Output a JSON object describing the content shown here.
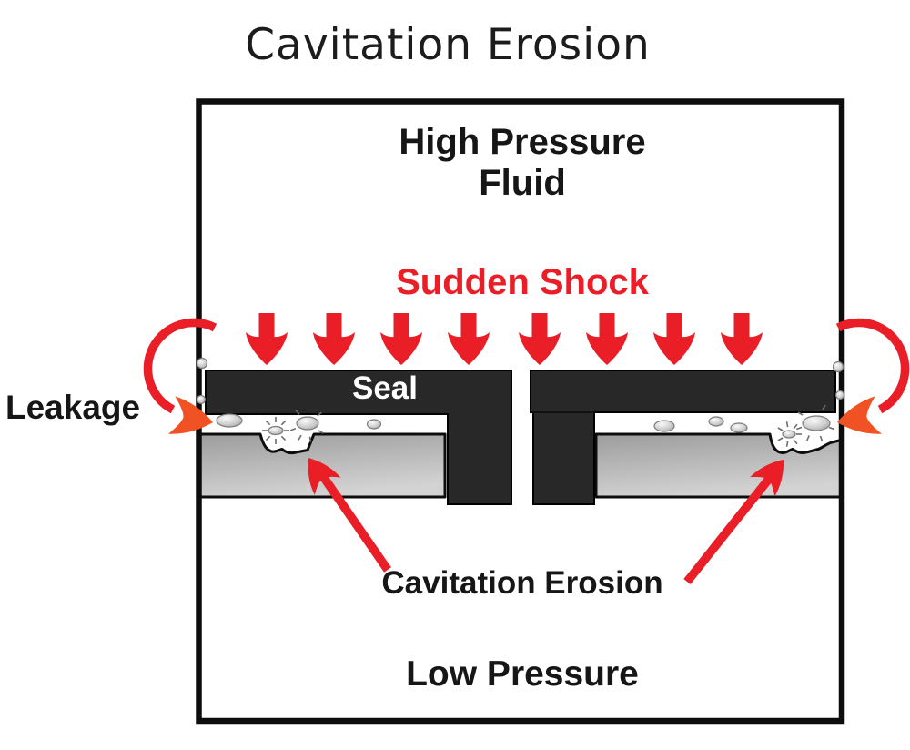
{
  "title": "Cavitation Erosion",
  "labels": {
    "high_pressure_line1": "High Pressure",
    "high_pressure_line2": "Fluid",
    "sudden_shock": "Sudden Shock",
    "seal": "Seal",
    "leakage": "Leakage",
    "cavitation_erosion": "Cavitation Erosion",
    "low_pressure": "Low Pressure"
  },
  "colors": {
    "arrow-red": "#e91e27",
    "leak-head-orange": "#f05223",
    "seal-black": "#282828",
    "outline-black": "#0d0d0d",
    "plate-gray-dark": "#9c9c9c",
    "plate-gray-light": "#d3d3d3",
    "text-black": "#161616"
  }
}
